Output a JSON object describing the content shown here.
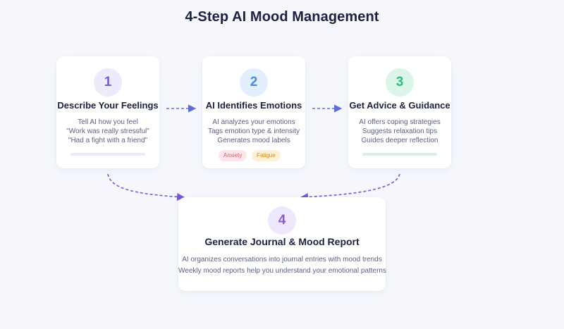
{
  "page": {
    "title": "4-Step AI Mood Management"
  },
  "colors": {
    "background": "#f5f7fd",
    "card": "#ffffff",
    "step1_accent": "#6a60d8",
    "step2_accent": "#4a8ad8",
    "step3_accent": "#2bbf7a",
    "step4_accent": "#8a5ad8",
    "arrow": "#5b6fd8"
  },
  "steps": [
    {
      "number": "1",
      "title": "Describe Your Feelings",
      "lines": [
        "Tell AI how you feel",
        "\"Work was really stressful\"",
        "\"Had a fight with a friend\""
      ]
    },
    {
      "number": "2",
      "title": "AI Identifies Emotions",
      "lines": [
        "AI analyzes your emotions",
        "Tags emotion type & intensity",
        "Generates mood labels"
      ],
      "tags": [
        "Anxiety",
        "Fatigue"
      ]
    },
    {
      "number": "3",
      "title": "Get Advice & Guidance",
      "lines": [
        "AI offers coping strategies",
        "Suggests relaxation tips",
        "Guides deeper reflection"
      ]
    },
    {
      "number": "4",
      "title": "Generate Journal & Mood Report",
      "lines": [
        "AI organizes conversations into journal entries with mood trends",
        "Weekly mood reports help you understand your emotional patterns"
      ]
    }
  ]
}
